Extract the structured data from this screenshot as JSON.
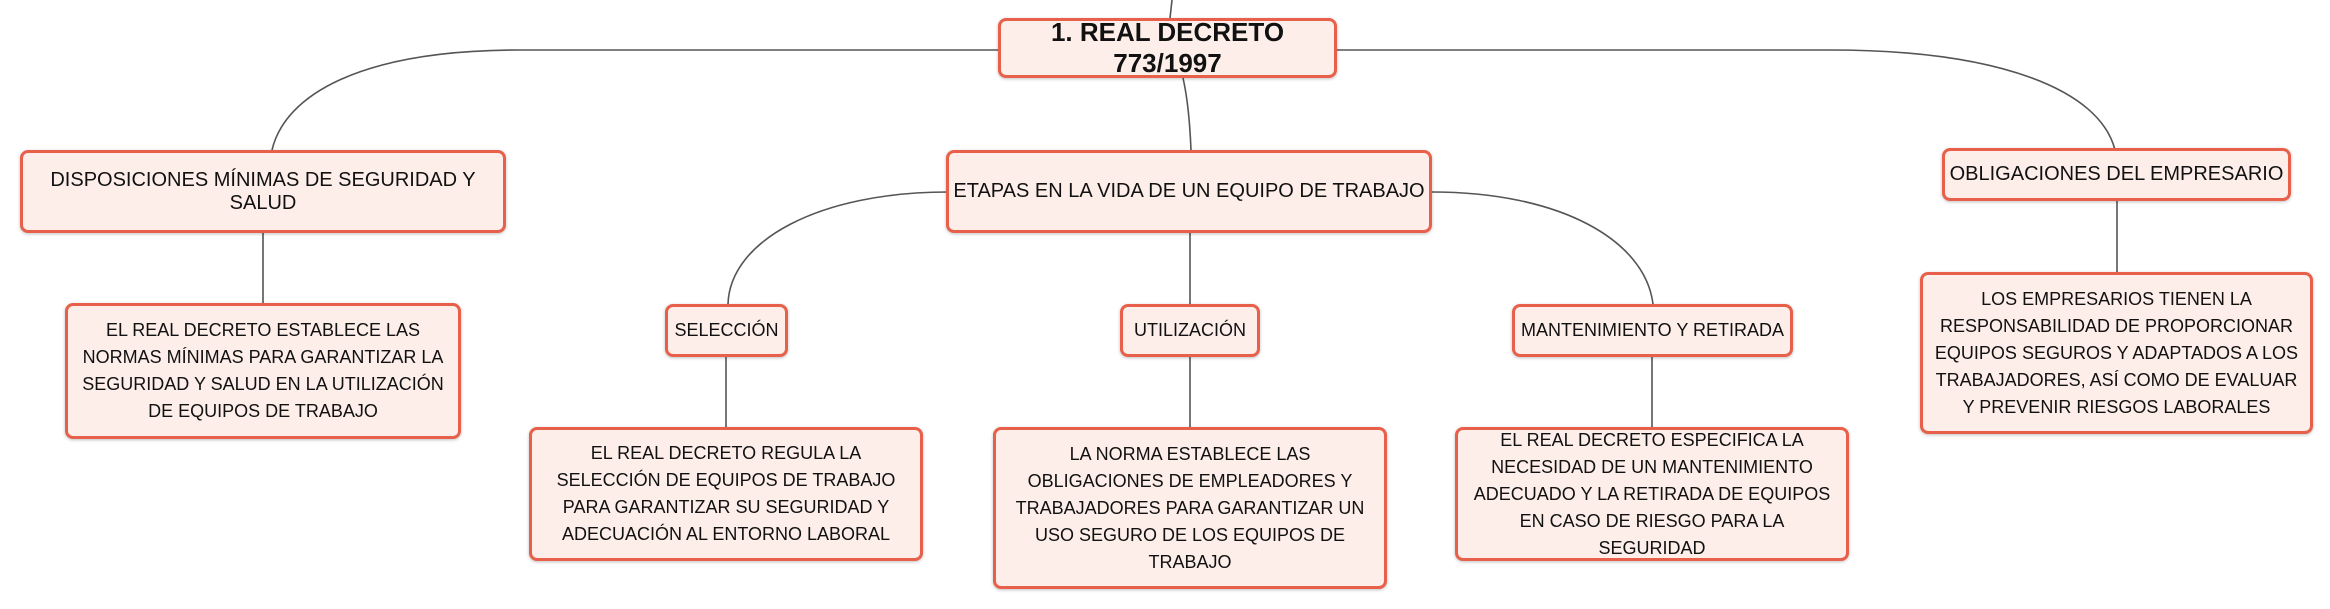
{
  "root": {
    "label": "1. REAL DECRETO 773/1997"
  },
  "branches": {
    "disposiciones": {
      "label": "DISPOSICIONES MÍNIMAS DE SEGURIDAD Y SALUD",
      "detail": "EL REAL DECRETO ESTABLECE LAS NORMAS MÍNIMAS PARA GARANTIZAR LA SEGURIDAD Y SALUD EN LA UTILIZACIÓN DE EQUIPOS DE TRABAJO"
    },
    "etapas": {
      "label": "ETAPAS EN LA VIDA DE UN EQUIPO DE TRABAJO",
      "children": {
        "seleccion": {
          "label": "SELECCIÓN",
          "detail": "EL REAL DECRETO REGULA LA SELECCIÓN DE EQUIPOS DE TRABAJO PARA GARANTIZAR SU SEGURIDAD Y ADECUACIÓN AL ENTORNO LABORAL"
        },
        "utilizacion": {
          "label": "UTILIZACIÓN",
          "detail": "LA NORMA ESTABLECE LAS OBLIGACIONES DE EMPLEADORES Y TRABAJADORES PARA GARANTIZAR UN USO SEGURO DE LOS EQUIPOS DE TRABAJO"
        },
        "mantenimiento": {
          "label": "MANTENIMIENTO Y RETIRADA",
          "detail": "EL REAL DECRETO ESPECIFICA LA NECESIDAD DE UN MANTENIMIENTO ADECUADO Y LA RETIRADA DE EQUIPOS EN CASO DE RIESGO PARA LA SEGURIDAD"
        }
      }
    },
    "obligaciones": {
      "label": "OBLIGACIONES DEL EMPRESARIO",
      "detail": "LOS EMPRESARIOS TIENEN LA RESPONSABILIDAD DE PROPORCIONAR EQUIPOS SEGUROS Y ADAPTADOS A LOS TRABAJADORES, ASÍ COMO DE EVALUAR Y PREVENIR RIESGOS LABORALES"
    }
  },
  "colors": {
    "node_fill": "#fdeee9",
    "node_border": "#e8604a",
    "connector": "#555555"
  }
}
